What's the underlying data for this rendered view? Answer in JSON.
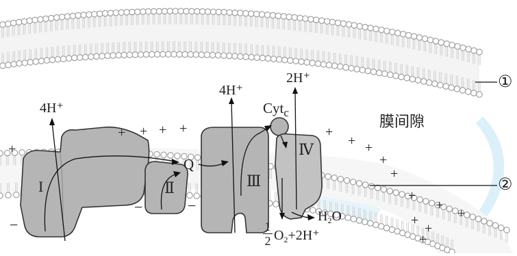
{
  "labels": {
    "outer_membrane": "①",
    "inner_membrane": "②",
    "intermembrane_space": "膜间隙",
    "complex_i": "I",
    "complex_ii": "Ⅱ",
    "complex_iii": "Ⅲ",
    "complex_iv": "Ⅳ",
    "ubiquinone": "Q",
    "cytochrome_c_main": "Cyt",
    "cytochrome_c_sub": "c",
    "proton_out_i": "4H⁺",
    "proton_out_iii": "4H⁺",
    "proton_out_iv": "2H⁺",
    "water_h": "H",
    "water_sub": "2",
    "water_o": "O",
    "frac_num": "1",
    "frac_den": "2",
    "o2_o": "O",
    "o2_sub": "2",
    "o2_rest": "+2H⁺"
  },
  "charges": {
    "plus": "+",
    "minus": "−"
  },
  "colors": {
    "lipid_head": "#b8b8b8",
    "lipid_tail": "#c4c4c4",
    "protein_fill": "#b5b5b5",
    "outline": "#333333",
    "text": "#222222",
    "watermark": "#c9e8f7"
  }
}
